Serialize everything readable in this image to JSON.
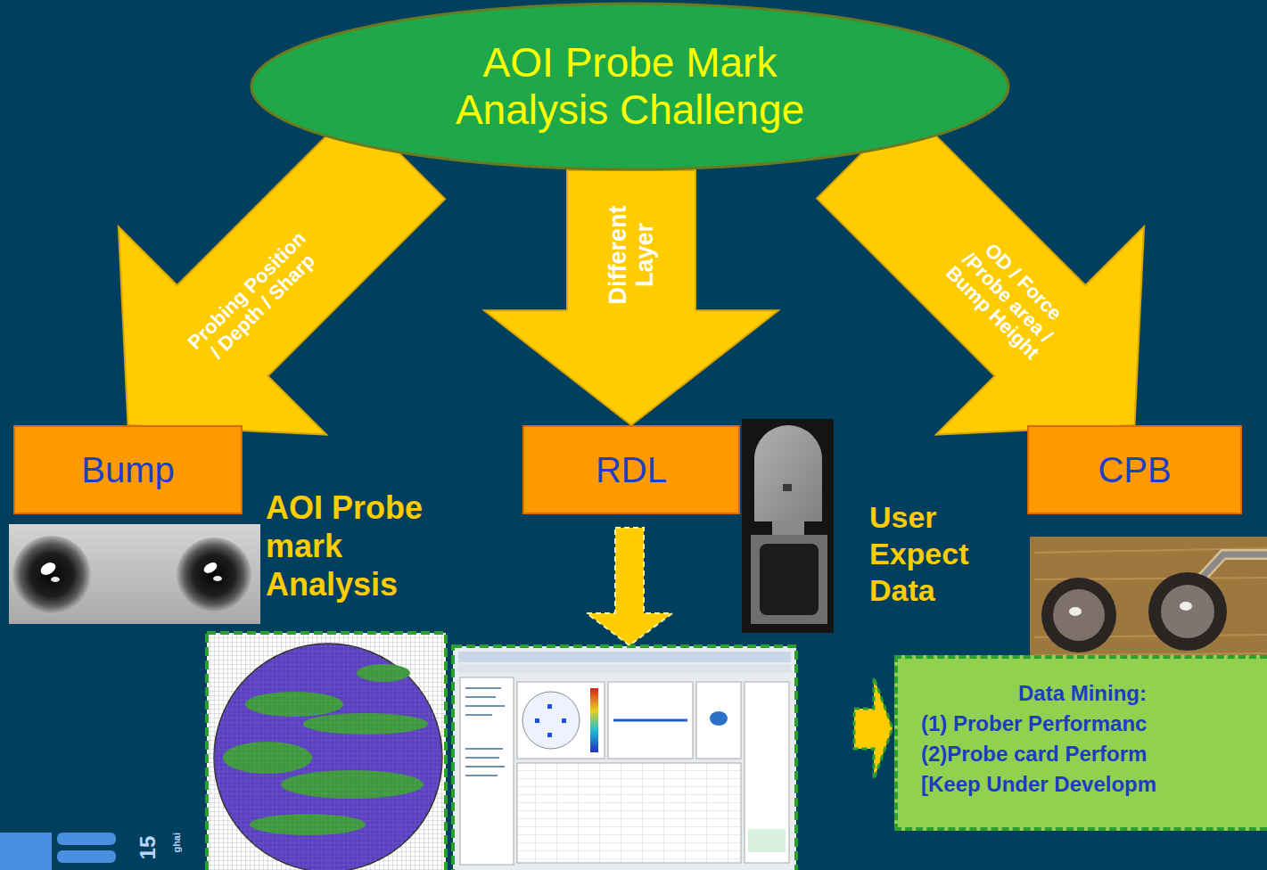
{
  "diagram": {
    "nodes": [
      {
        "text": [
          "AOI Probe Mark Analysis Challenge"
        ]
      },
      {
        "text": [
          "Bump"
        ]
      },
      {
        "text": [
          "RDL"
        ]
      },
      {
        "text": [
          "CPB"
        ]
      },
      {
        "text": [
          "Data Mining:",
          "(1) Prober Performanc",
          "(2)Probe card Perform",
          "[Keep Under Developm"
        ]
      }
    ],
    "edges": [
      {
        "from": 0,
        "to": 1,
        "label": "Probing Position / Depth / Sharp",
        "arrow": "to"
      },
      {
        "from": 0,
        "to": 2,
        "label": "Different Layer",
        "arrow": "to"
      },
      {
        "from": 0,
        "to": 3,
        "label": "OD / Force /Probe area / Bump Height",
        "arrow": "to"
      }
    ],
    "labels": [
      "AOI Probe mark Analysis",
      "User Expect Data",
      "15",
      "ghai"
    ]
  }
}
